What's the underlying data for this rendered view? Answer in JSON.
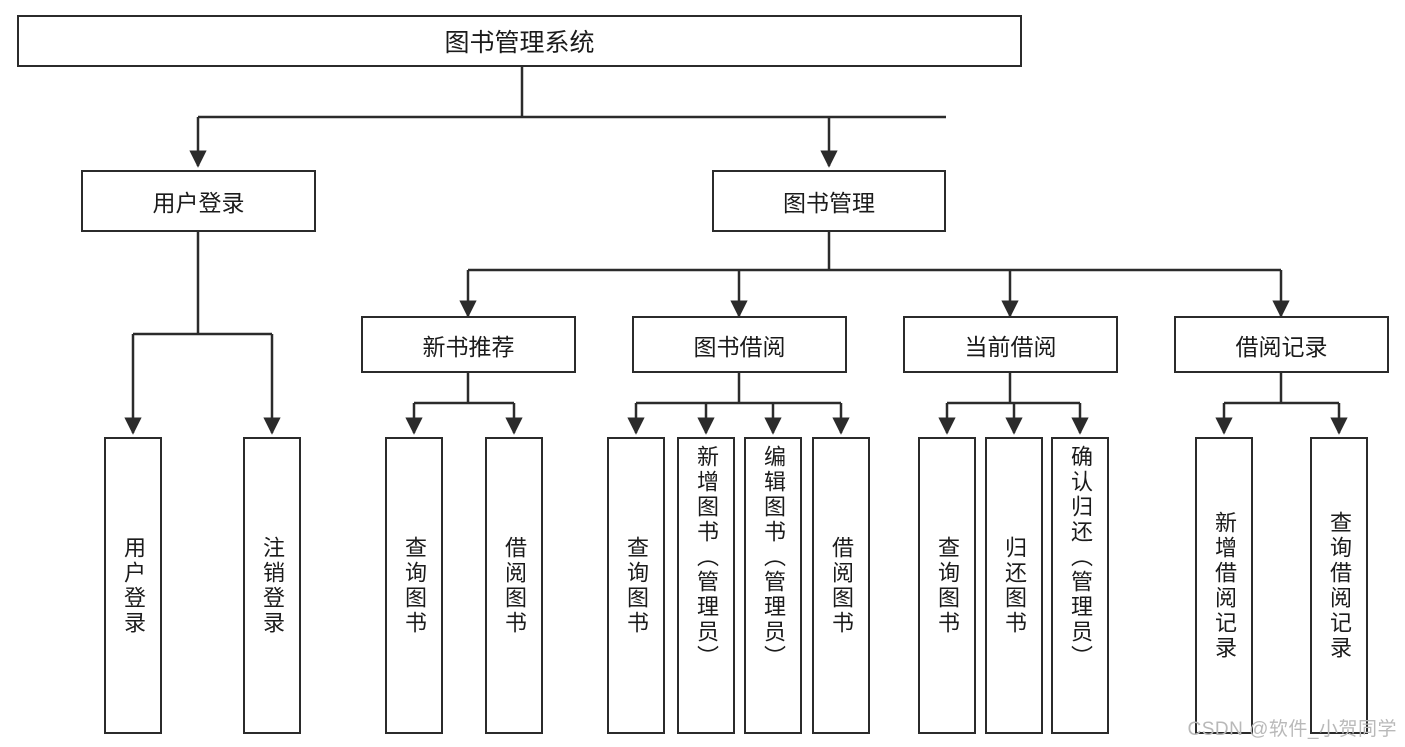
{
  "diagram": {
    "title": "图书管理系统",
    "type": "hierarchy-tree",
    "root": {
      "label": "图书管理系统"
    },
    "level2": [
      {
        "id": "user-login",
        "label": "用户登录"
      },
      {
        "id": "book-manage",
        "label": "图书管理"
      }
    ],
    "level3": [
      {
        "id": "new-book-recommend",
        "label": "新书推荐"
      },
      {
        "id": "book-borrow",
        "label": "图书借阅"
      },
      {
        "id": "current-borrow",
        "label": "当前借阅"
      },
      {
        "id": "borrow-record",
        "label": "借阅记录"
      }
    ],
    "leaves": {
      "user_login": [
        {
          "id": "leaf-user-login",
          "label": "用户登录"
        },
        {
          "id": "leaf-logout-login",
          "label": "注销登录"
        }
      ],
      "new_book_recommend": [
        {
          "id": "leaf-query-book-1",
          "label": "查询图书"
        },
        {
          "id": "leaf-borrow-book-1",
          "label": "借阅图书"
        }
      ],
      "book_borrow": [
        {
          "id": "leaf-query-book-2",
          "label": "查询图书"
        },
        {
          "id": "leaf-add-book-admin",
          "label": "新增图书（管理员）"
        },
        {
          "id": "leaf-edit-book-admin",
          "label": "编辑图书（管理员）"
        },
        {
          "id": "leaf-borrow-book-2",
          "label": "借阅图书"
        }
      ],
      "current_borrow": [
        {
          "id": "leaf-query-book-3",
          "label": "查询图书"
        },
        {
          "id": "leaf-return-book",
          "label": "归还图书"
        },
        {
          "id": "leaf-confirm-return-admin",
          "label": "确认归还（管理员）"
        }
      ],
      "borrow_record": [
        {
          "id": "leaf-add-borrow-record",
          "label": "新增借阅记录"
        },
        {
          "id": "leaf-query-borrow-record",
          "label": "查询借阅记录"
        }
      ]
    }
  },
  "watermark": {
    "text": "CSDN @软件_小贺同学"
  },
  "colors": {
    "stroke": "#2b2b2b",
    "background": "#ffffff",
    "text": "#1b1b1b",
    "watermark": "#b9b9b9"
  }
}
